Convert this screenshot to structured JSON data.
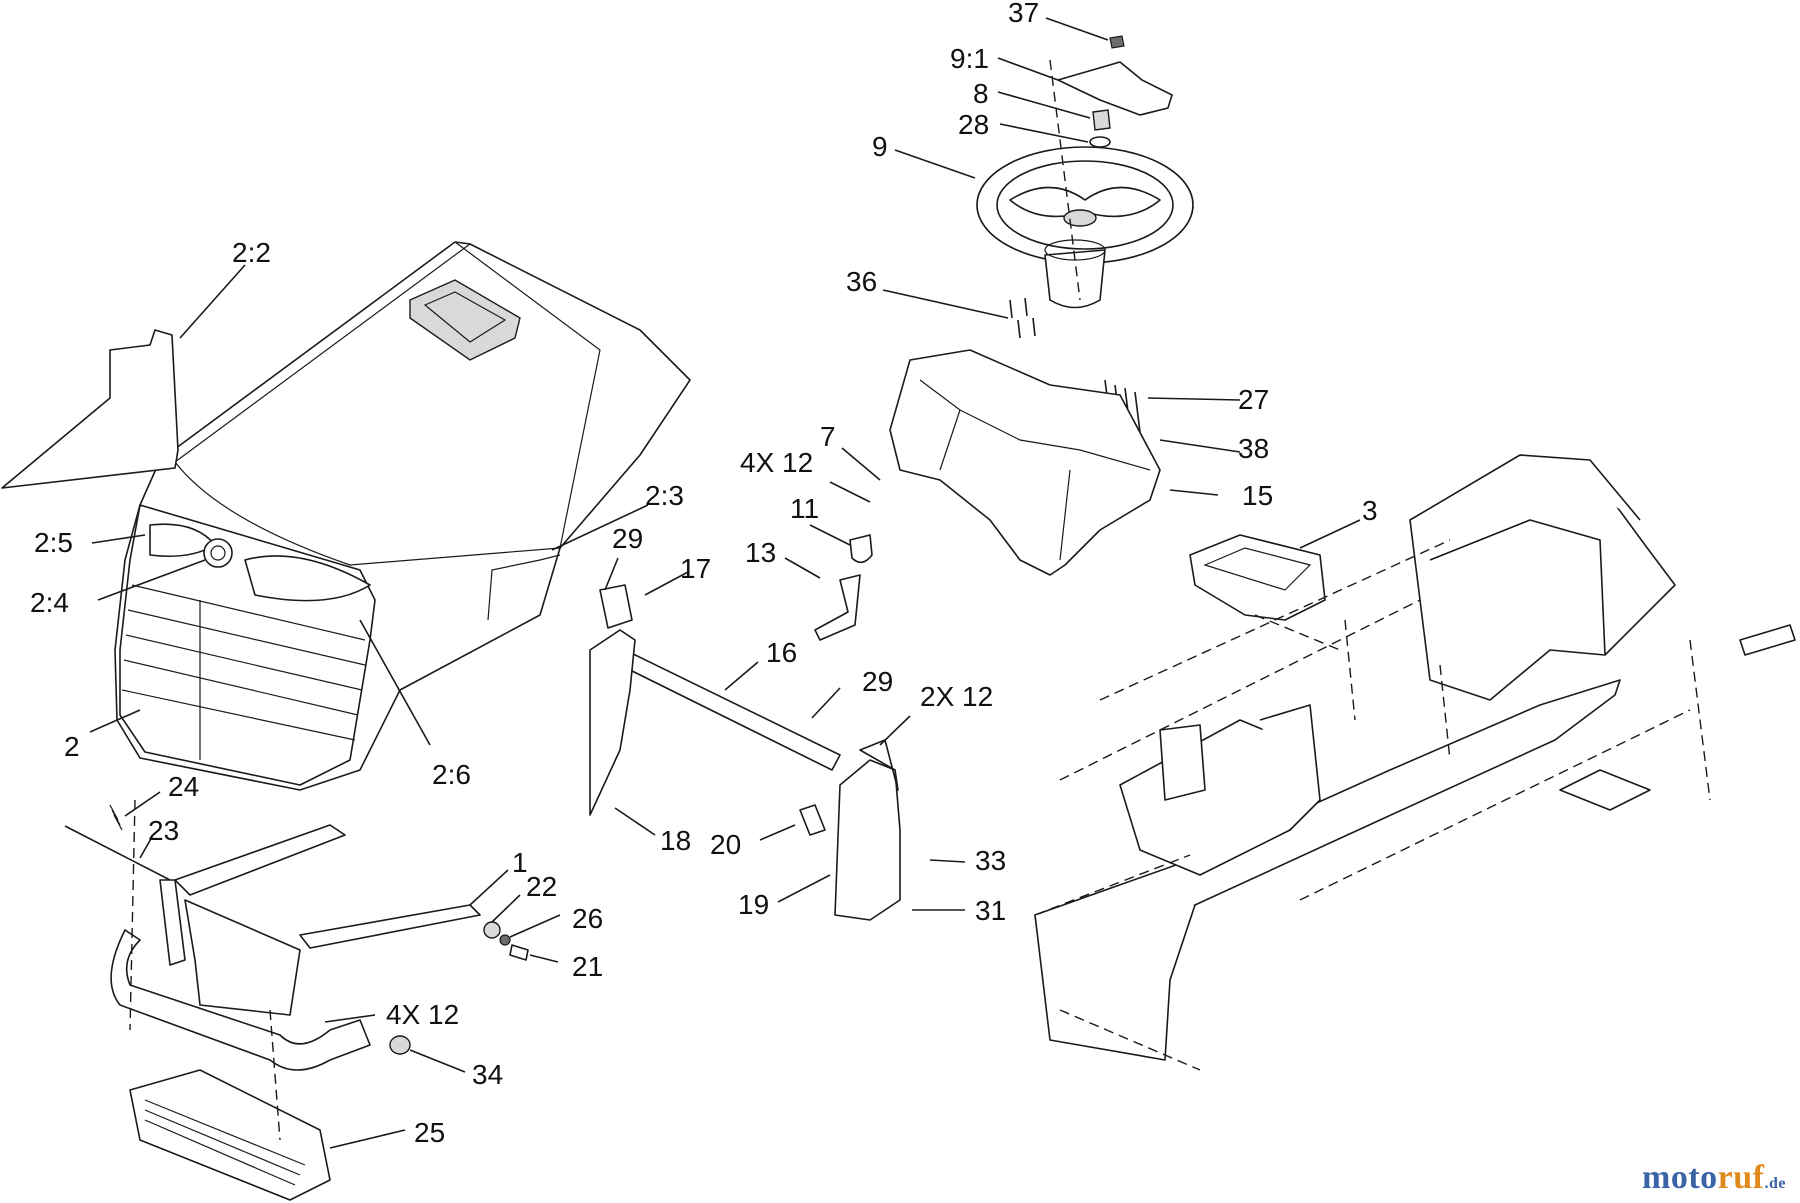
{
  "callouts": [
    {
      "id": "c37",
      "text": "37"
    },
    {
      "id": "c9-1",
      "text": "9:1"
    },
    {
      "id": "c8",
      "text": "8"
    },
    {
      "id": "c28",
      "text": "28"
    },
    {
      "id": "c9",
      "text": "9"
    },
    {
      "id": "c2-2",
      "text": "2:2"
    },
    {
      "id": "c36",
      "text": "36"
    },
    {
      "id": "c27",
      "text": "27"
    },
    {
      "id": "c38",
      "text": "38"
    },
    {
      "id": "c7",
      "text": "7"
    },
    {
      "id": "c4x12-upper",
      "text": "4X 12"
    },
    {
      "id": "c15",
      "text": "15"
    },
    {
      "id": "c2-3",
      "text": "2:3"
    },
    {
      "id": "c11",
      "text": "11"
    },
    {
      "id": "c3",
      "text": "3"
    },
    {
      "id": "c2-5",
      "text": "2:5"
    },
    {
      "id": "c29-upper",
      "text": "29"
    },
    {
      "id": "c13",
      "text": "13"
    },
    {
      "id": "c17",
      "text": "17"
    },
    {
      "id": "c2-4",
      "text": "2:4"
    },
    {
      "id": "c16",
      "text": "16"
    },
    {
      "id": "c29-lower",
      "text": "29"
    },
    {
      "id": "c2x12",
      "text": "2X 12"
    },
    {
      "id": "c2",
      "text": "2"
    },
    {
      "id": "c2-6",
      "text": "2:6"
    },
    {
      "id": "c24",
      "text": "24"
    },
    {
      "id": "c23",
      "text": "23"
    },
    {
      "id": "c18",
      "text": "18"
    },
    {
      "id": "c20",
      "text": "20"
    },
    {
      "id": "c33",
      "text": "33"
    },
    {
      "id": "c1",
      "text": "1"
    },
    {
      "id": "c22",
      "text": "22"
    },
    {
      "id": "c19",
      "text": "19"
    },
    {
      "id": "c31",
      "text": "31"
    },
    {
      "id": "c26",
      "text": "26"
    },
    {
      "id": "c21",
      "text": "21"
    },
    {
      "id": "c4x12-lower",
      "text": "4X 12"
    },
    {
      "id": "c34",
      "text": "34"
    },
    {
      "id": "c25",
      "text": "25"
    }
  ],
  "watermark": {
    "main": "moto",
    "accent": "ruf",
    "tld": ".de"
  },
  "colors": {
    "line": "#1a1a1a",
    "background": "#ffffff",
    "watermark_blue": "#3a63a8",
    "watermark_orange": "#e08a1e"
  }
}
